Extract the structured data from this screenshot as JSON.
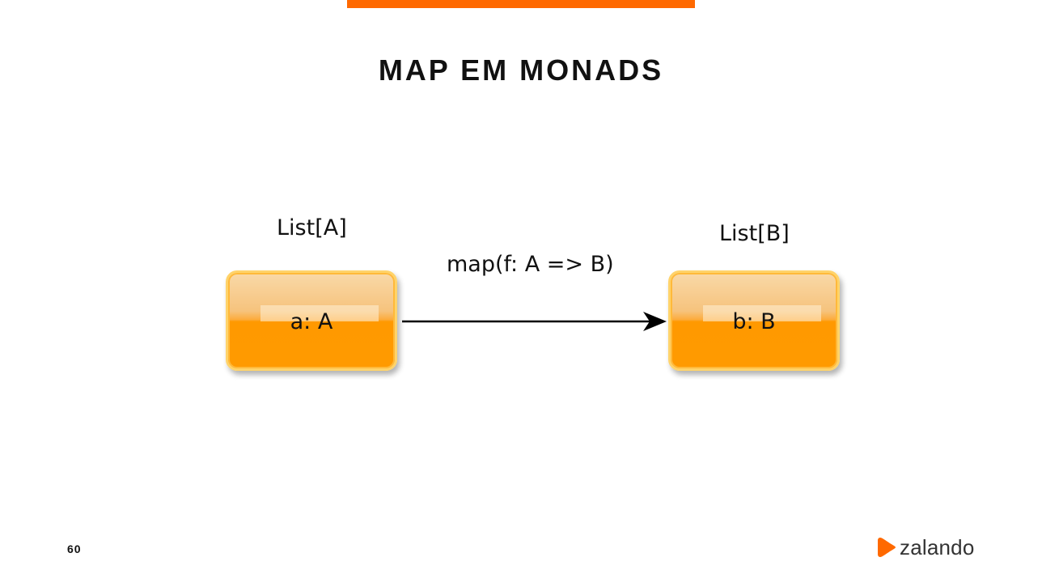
{
  "slide": {
    "title": "MAP EM MONADS",
    "page_number": "60",
    "accent_color": "#ff6900"
  },
  "diagram": {
    "source": {
      "container_label": "List[A]",
      "element_label": "a: A"
    },
    "target": {
      "container_label": "List[B]",
      "element_label": "b: B"
    },
    "arrow": {
      "label": "map(f: A => B)"
    },
    "box_color": "#ff9900"
  },
  "logo": {
    "icon": "zalando-flag-icon",
    "text": "zalando",
    "color": "#ff6900"
  }
}
